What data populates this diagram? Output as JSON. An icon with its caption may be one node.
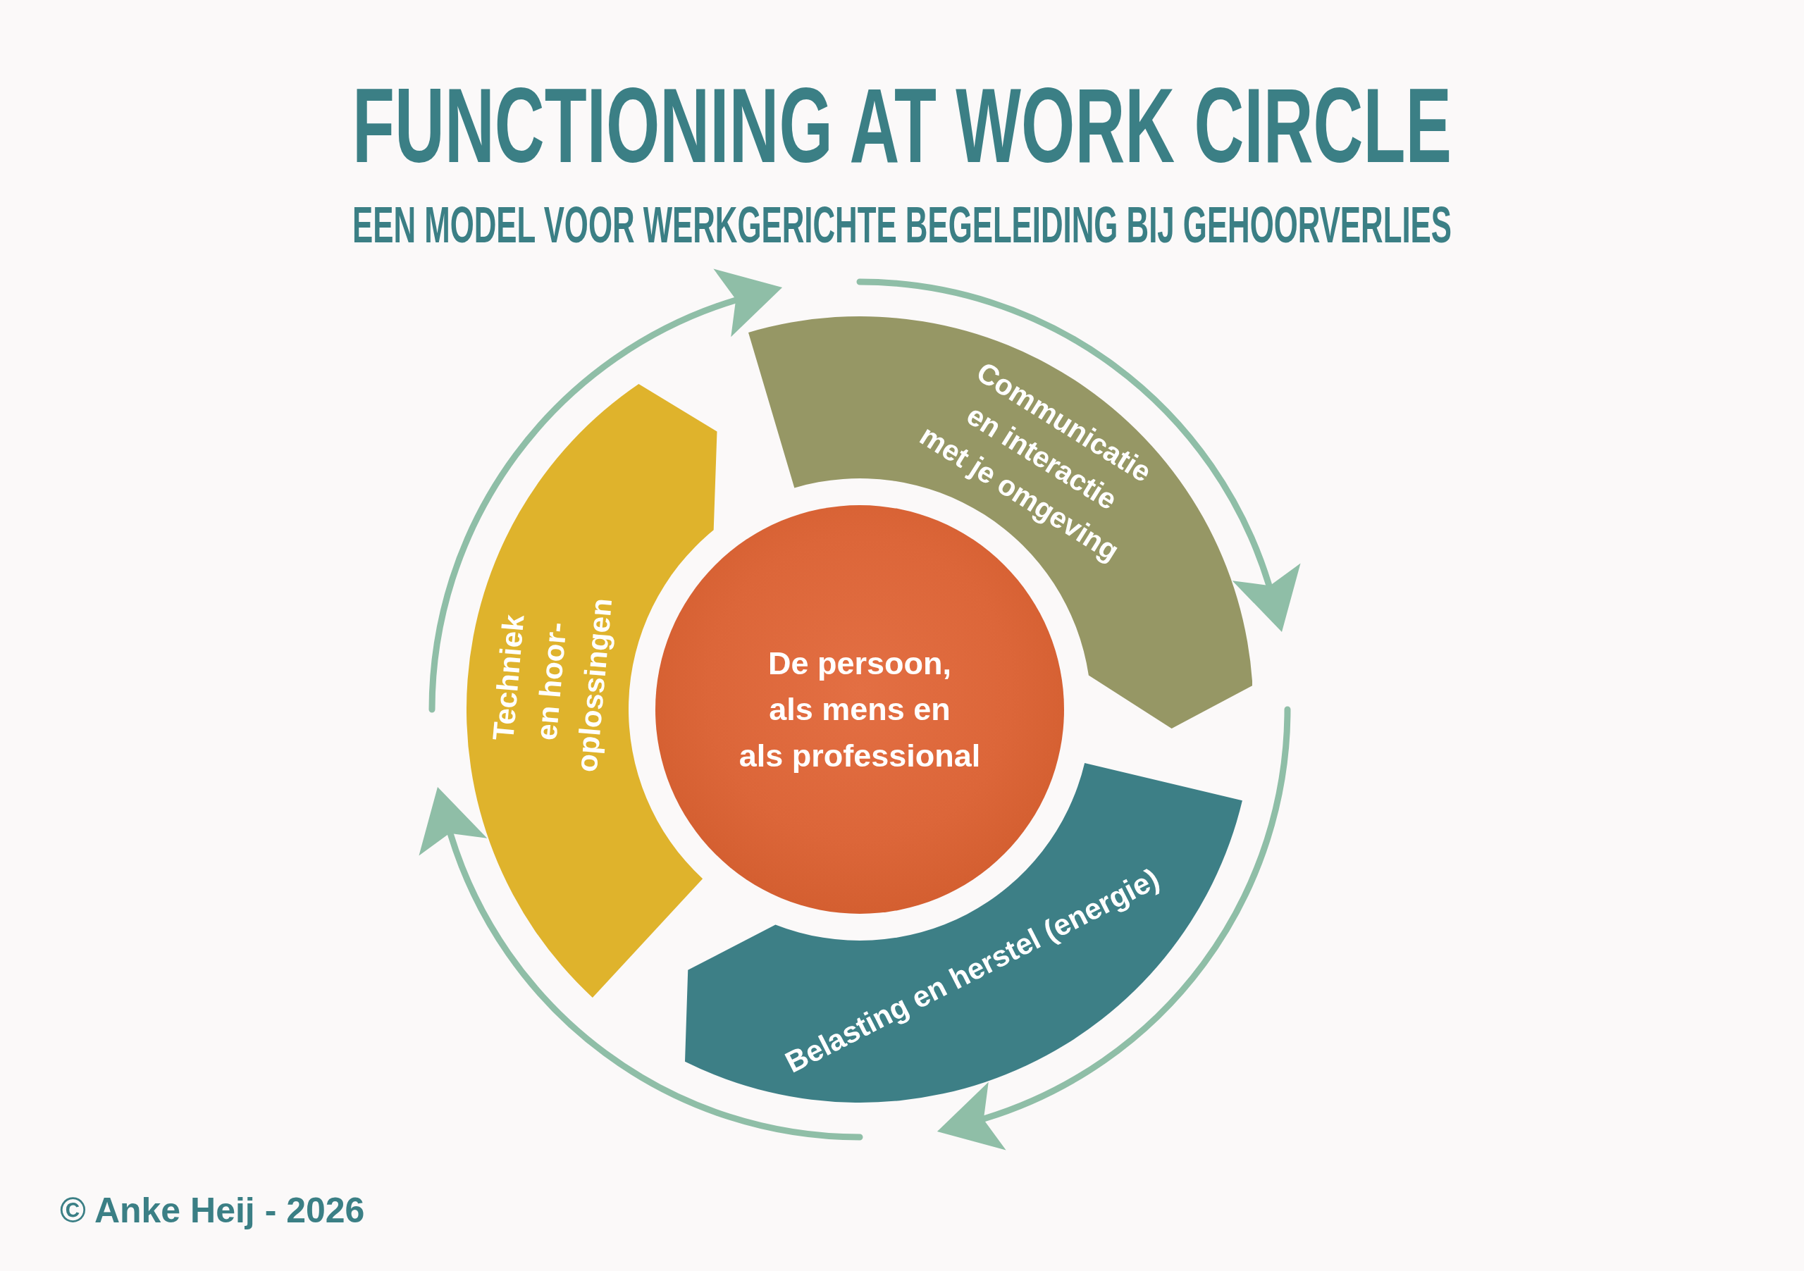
{
  "diagram": {
    "title": "FUNCTIONING AT WORK CIRCLE",
    "nodes": [
      {
        "text": [
          "De persoon, als mens en als professional"
        ]
      },
      {
        "text": [
          "Communicatie en interactie met je omgeving"
        ]
      },
      {
        "text": [
          "Belasting en herstel (energie)"
        ]
      },
      {
        "text": [
          "Techniek en hoor-oplossingen"
        ]
      }
    ],
    "labels": [
      "EEN MODEL VOOR WERKGERICHTE BEGELEIDING BIJ GEHOORVERLIES",
      "© Anke Heij - 2026"
    ]
  }
}
